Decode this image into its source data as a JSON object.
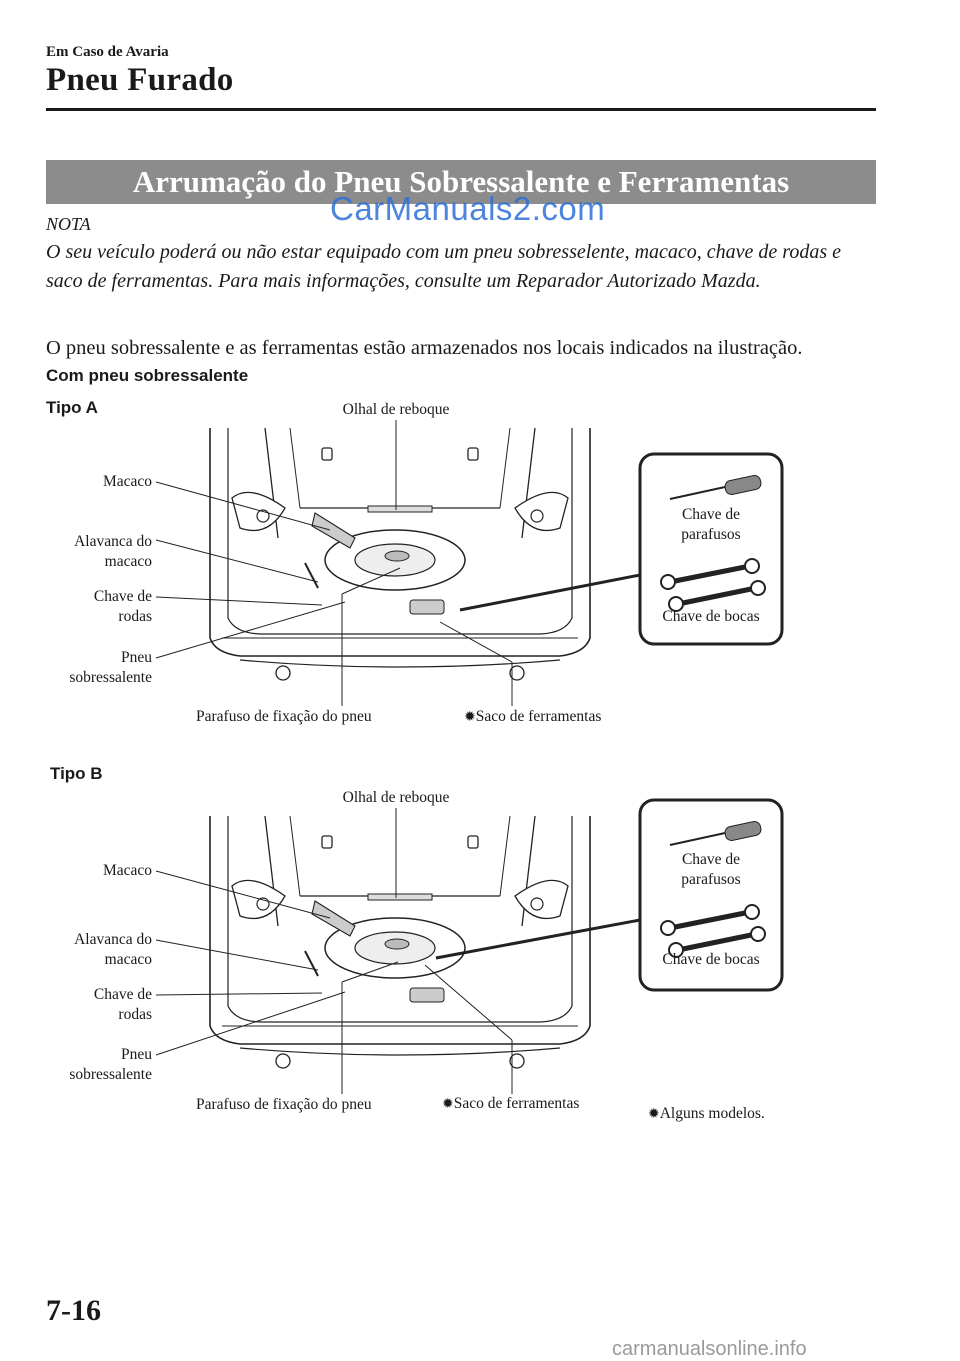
{
  "header": {
    "section": "Em Caso de Avaria",
    "title": "Pneu Furado"
  },
  "banner": "Arrumação do Pneu Sobressalente e Ferramentas",
  "watermark": "CarManuals2.com",
  "note": {
    "label": "NOTA",
    "text": "O seu veículo poderá ou não estar equipado com um pneu sobresselente, macaco, chave de rodas e saco de ferramentas. Para mais informações, consulte um Reparador Autorizado Mazda."
  },
  "body": "O pneu sobressalente e as ferramentas estão armazenados nos locais indicados na ilustração.",
  "subheading": "Com pneu sobressalente",
  "diagrams": [
    {
      "type_label": "Tipo A",
      "labels": {
        "tow_hook": "Olhal de reboque",
        "jack": "Macaco",
        "jack_lever": [
          "Alavanca do",
          "macaco"
        ],
        "lug_wrench": [
          "Chave de",
          "rodas"
        ],
        "spare_tire": [
          "Pneu",
          "sobressalente"
        ],
        "bolt": "Parafuso de fixação do pneu",
        "tool_bag": "Saco de ferramentas",
        "screwdriver": [
          "Chave de",
          "parafusos"
        ],
        "spanner": "Chave de bocas"
      }
    },
    {
      "type_label": "Tipo B",
      "labels": {
        "tow_hook": "Olhal de reboque",
        "jack": "Macaco",
        "jack_lever": [
          "Alavanca do",
          "macaco"
        ],
        "lug_wrench": [
          "Chave de",
          "rodas"
        ],
        "spare_tire": [
          "Pneu",
          "sobressalente"
        ],
        "bolt": "Parafuso de fixação do pneu",
        "tool_bag": "Saco de ferramentas",
        "screwdriver": [
          "Chave de",
          "parafusos"
        ],
        "spanner": "Chave de bocas"
      }
    }
  ],
  "footnote": "Alguns modelos.",
  "footnote_symbol": "✹",
  "page_number": "7-16",
  "footer_watermark": "carmanualsonline.info"
}
